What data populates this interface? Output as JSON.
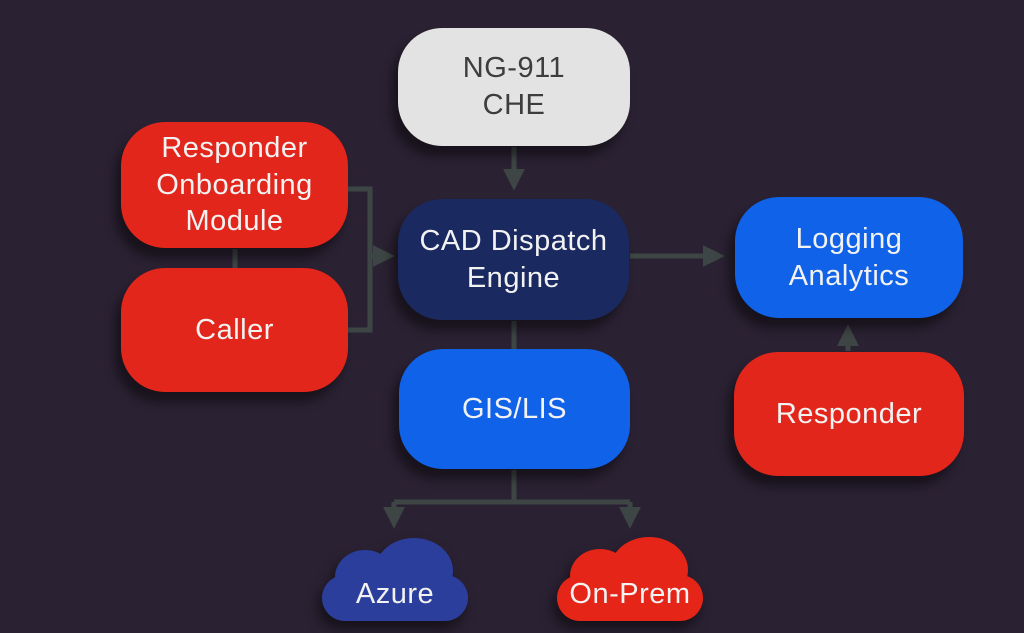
{
  "diagram": {
    "background": "#2a2132",
    "connector_color": "#3e4645",
    "nodes": {
      "ng911": {
        "label": "NG-911\nCHE",
        "color": "#e3e3e3",
        "text_color": "#3d3d3d",
        "shape": "rounded-rect"
      },
      "responder_onboarding": {
        "label": "Responder\nOnboarding\nModule",
        "color": "#e2261b",
        "text_color": "#f2f2f2",
        "shape": "rounded-rect"
      },
      "caller": {
        "label": "Caller",
        "color": "#e2261b",
        "text_color": "#f2f2f2",
        "shape": "rounded-rect"
      },
      "cad": {
        "label": "CAD Dispatch\nEngine",
        "color": "#1a2a60",
        "text_color": "#f2f2f2",
        "shape": "rounded-rect"
      },
      "logging": {
        "label": "Logging\nAnalytics",
        "color": "#1062e9",
        "text_color": "#f2f2f2",
        "shape": "rounded-rect"
      },
      "gis": {
        "label": "GIS/LIS",
        "color": "#1062e9",
        "text_color": "#f2f2f2",
        "shape": "rounded-rect"
      },
      "responder": {
        "label": "Responder",
        "color": "#e2261b",
        "text_color": "#f2f2f2",
        "shape": "rounded-rect"
      },
      "azure": {
        "label": "Azure",
        "color": "#2c3e9b",
        "text_color": "#f2f2f2",
        "shape": "cloud"
      },
      "onprem": {
        "label": "On-Prem",
        "color": "#e42517",
        "text_color": "#f2f2f2",
        "shape": "cloud"
      }
    },
    "edges": [
      {
        "from": "ng911",
        "to": "cad",
        "arrow": true
      },
      {
        "from": "responder_onboarding",
        "to": "caller",
        "arrow": false
      },
      {
        "from": "responder_onboarding",
        "to": "cad",
        "arrow": true
      },
      {
        "from": "caller",
        "to": "cad",
        "arrow": true
      },
      {
        "from": "cad",
        "to": "logging",
        "arrow": true
      },
      {
        "from": "cad",
        "to": "gis",
        "arrow": false
      },
      {
        "from": "gis",
        "to": "azure",
        "arrow": true
      },
      {
        "from": "gis",
        "to": "onprem",
        "arrow": true
      },
      {
        "from": "responder",
        "to": "logging",
        "arrow": true
      }
    ]
  }
}
